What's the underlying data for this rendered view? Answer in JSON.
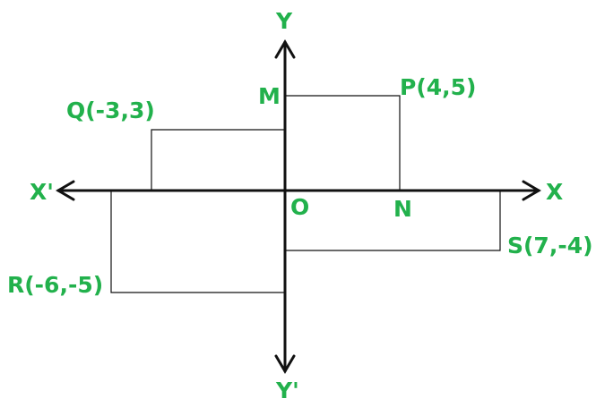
{
  "diagram": {
    "label_color": "#22b14c",
    "line_color": "#111111",
    "axis_labels": {
      "x_positive": "X",
      "x_negative": "X'",
      "y_positive": "Y",
      "y_negative": "Y'",
      "origin": "O"
    },
    "points": [
      {
        "id": "P",
        "label": "P(4,5)",
        "x": 4,
        "y": 5
      },
      {
        "id": "Q",
        "label": "Q(-3,3)",
        "x": -3,
        "y": 3
      },
      {
        "id": "R",
        "label": "R(-6,-5)",
        "x": -6,
        "y": -5
      },
      {
        "id": "S",
        "label": "S(7,-4)",
        "x": 7,
        "y": -4
      }
    ],
    "foot_labels": {
      "M": "M",
      "N": "N"
    }
  }
}
